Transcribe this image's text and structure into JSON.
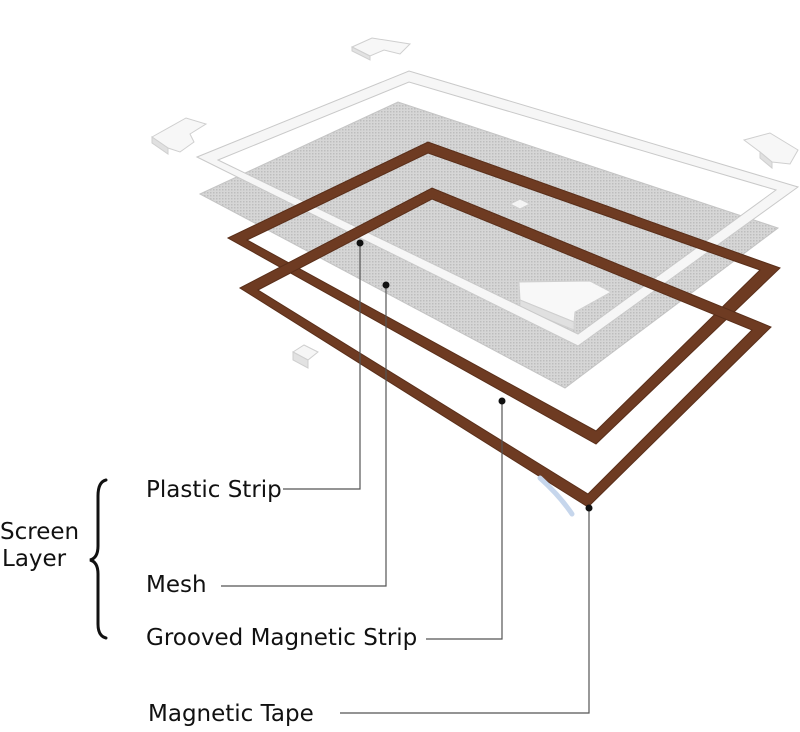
{
  "labels": {
    "plastic_strip": "Plastic Strip",
    "mesh": "Mesh",
    "grooved_magnetic_strip": "Grooved Magnetic Strip",
    "magnetic_tape": "Magnetic Tape",
    "group_line1": "Screen",
    "group_line2": "Layer"
  },
  "colors": {
    "frame_brown": "#6e3b22",
    "mesh_grey": "#c9c9c9",
    "plastic_white": "#f6f6f6",
    "outline_grey": "#cfcfcf",
    "leader_line": "#555555"
  }
}
